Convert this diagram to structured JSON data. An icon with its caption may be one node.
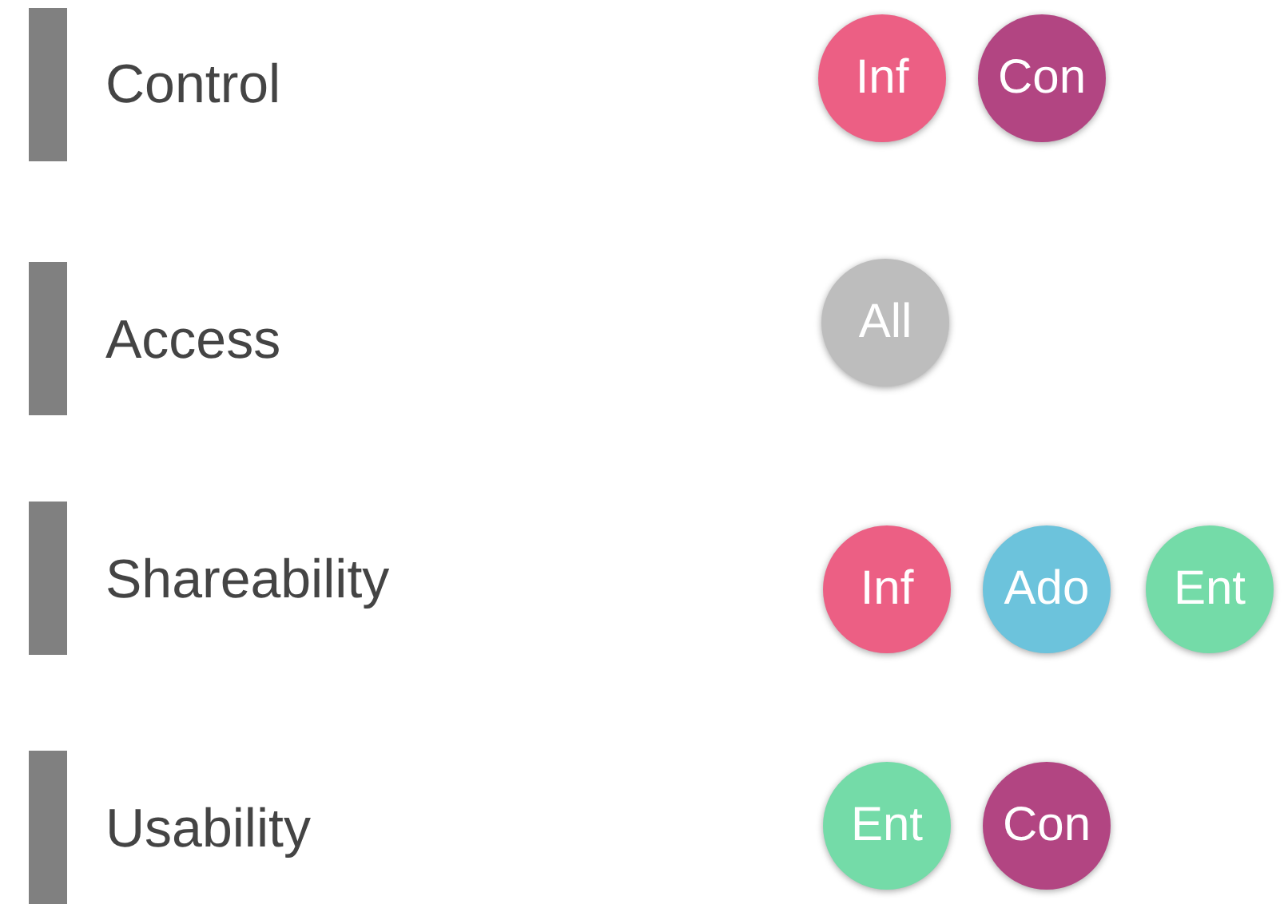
{
  "diagram": {
    "nodes": [
      {
        "text": [
          "Inf"
        ]
      },
      {
        "text": [
          "Con"
        ]
      },
      {
        "text": [
          "All"
        ]
      },
      {
        "text": [
          "Inf"
        ]
      },
      {
        "text": [
          "Ado"
        ]
      },
      {
        "text": [
          "Ent"
        ]
      },
      {
        "text": [
          "Ent"
        ]
      },
      {
        "text": [
          "Con"
        ]
      }
    ],
    "labels": [
      "Control",
      "Access",
      "Shareability",
      "Usability"
    ]
  }
}
